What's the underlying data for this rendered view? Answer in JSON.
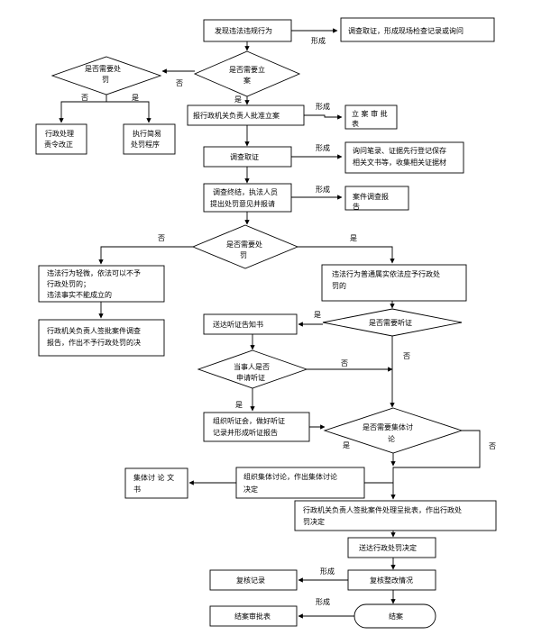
{
  "nodes": {
    "discover": "发现违法违规行为",
    "investigate_top": "调查取证，形成现场检查记录或询问",
    "need_case": [
      "是否需要立",
      "案"
    ],
    "need_punish_left": [
      "是否需要处",
      "罚"
    ],
    "order_correct": [
      "行政处理",
      "责令改正"
    ],
    "simple_proc": [
      "执行简易",
      "处罚程序"
    ],
    "report_approve": "报行政机关负责人批准立案",
    "case_approval": [
      "立 案 审 批",
      "表"
    ],
    "investigate": "调查取证",
    "inquiry_record": [
      "询问笔录、证据先行登记保存",
      "相关文书等，收集相关证据材"
    ],
    "inv_end": [
      "调查终结，执法人员",
      "提出处罚意见并报请"
    ],
    "inv_report": [
      "案件调查报",
      "告"
    ],
    "need_punish_mid": [
      "是否需要处",
      "罚"
    ],
    "minor": [
      "违法行为轻微，依法可以不予",
      "行政处罚的；",
      "违法事实不能成立的"
    ],
    "approve_no_penalty": [
      "行政机关负责人签批案件调查",
      "报告，作出不予行政处罚的决"
    ],
    "should_penalty": [
      "违法行为普通属实依法应予行政处",
      "罚的"
    ],
    "need_hearing": "是否需要听证",
    "deliver_notice": "送达听证告知书",
    "party_apply": [
      "当事人是否",
      "申请听证"
    ],
    "organize_hearing": [
      "组织听证会，做好听证",
      "记录并形成听证报告"
    ],
    "need_collective": [
      "是否需要集体讨",
      "论"
    ],
    "organize_discuss": [
      "组织集体讨论，作出集体讨论",
      "决定"
    ],
    "discuss_record": [
      "集体讨 论 文",
      "书"
    ],
    "approve_penalty": [
      "行政机关负责人签批案件处理呈批表，作出行政处",
      "罚决定"
    ],
    "deliver_decision": "送达行政处罚决定",
    "review_rectify": "复核整改情况",
    "review_record": "复核记录",
    "close": "结案",
    "close_approval": "结案审批表"
  },
  "labels": {
    "form": "形成",
    "no": "否",
    "yes": "是"
  }
}
